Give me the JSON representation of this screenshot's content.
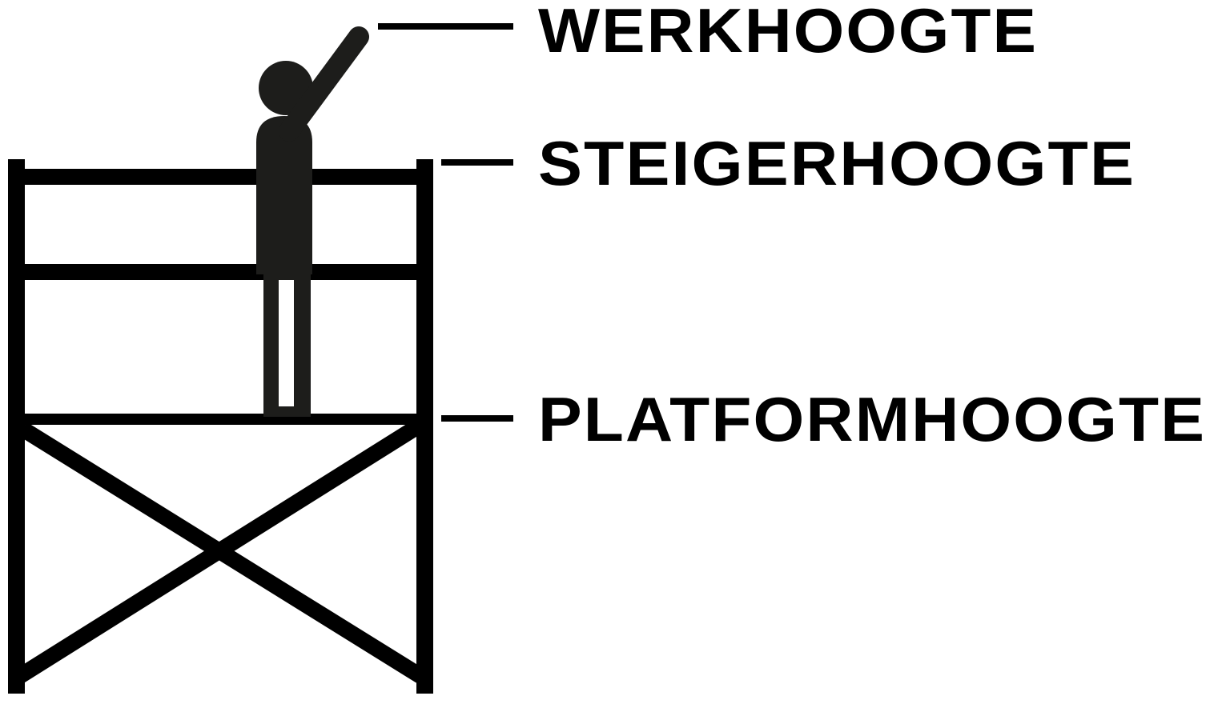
{
  "labels": {
    "working_height": "WERKHOOGTE",
    "scaffold_height": "STEIGERHOOGTE",
    "platform_height": "PLATFORMHOOGTE"
  },
  "colors": {
    "frame": "#000000",
    "figure": "#1d1d1b",
    "background": "#ffffff"
  }
}
